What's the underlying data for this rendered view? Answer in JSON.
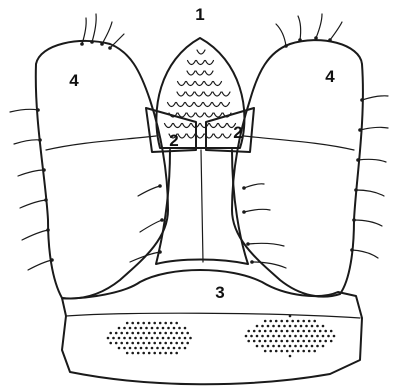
{
  "labels": {
    "top": "1",
    "left_palp": "4",
    "right_palp": "4",
    "left_plate": "2",
    "right_plate": "2",
    "base": "3"
  }
}
